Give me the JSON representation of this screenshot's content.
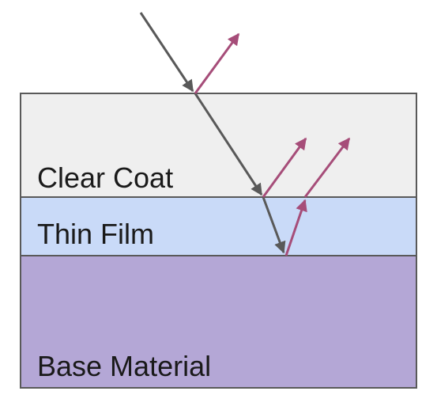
{
  "colors": {
    "background": "#ffffff",
    "clear_coat_fill": "#efefef",
    "thin_film_fill": "#c9daf8",
    "base_material_fill": "#b4a7d6",
    "layer_border": "#595959",
    "incident_ray": "#595959",
    "reflected_ray": "#a64d79",
    "label_text": "#1a1a1a"
  },
  "layers": {
    "clear_coat": {
      "label": "Clear Coat"
    },
    "thin_film": {
      "label": "Thin Film"
    },
    "base_material": {
      "label": "Base Material"
    }
  },
  "rays": {
    "incident": "gray-arrow",
    "reflected": "pink-arrow"
  }
}
